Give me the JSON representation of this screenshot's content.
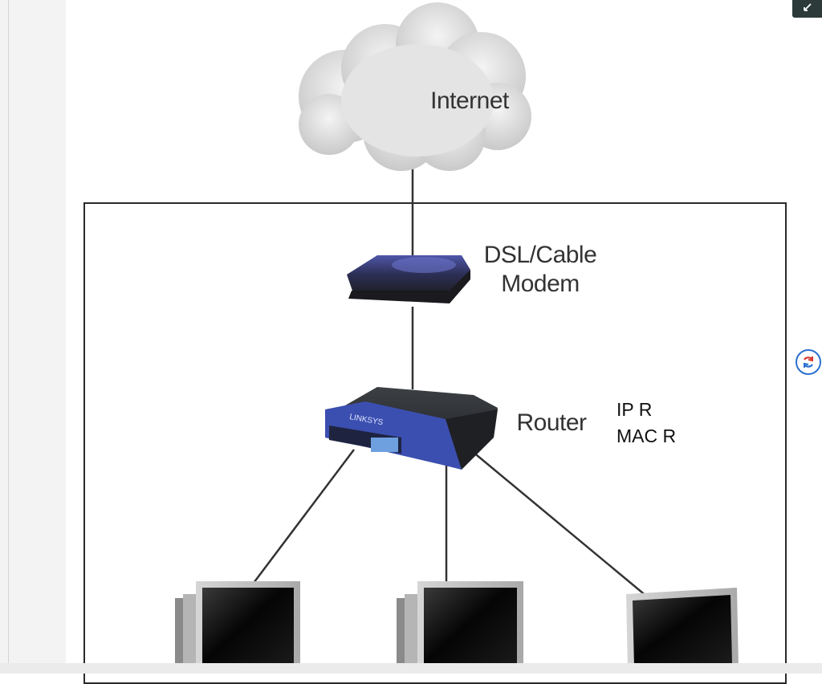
{
  "diagram": {
    "cloud_label": "Internet",
    "modem_label_line1": "DSL/Cable",
    "modem_label_line2": "Modem",
    "router_label": "Router",
    "router_note_line1": "IP R",
    "router_note_line2": "MAC R"
  },
  "icons": {
    "expand": "expand-icon",
    "sync": "sync-icon"
  },
  "colors": {
    "router_blue": "#3b4fb0",
    "sync_blue": "#2a6fd0",
    "sync_red": "#d9342b"
  }
}
